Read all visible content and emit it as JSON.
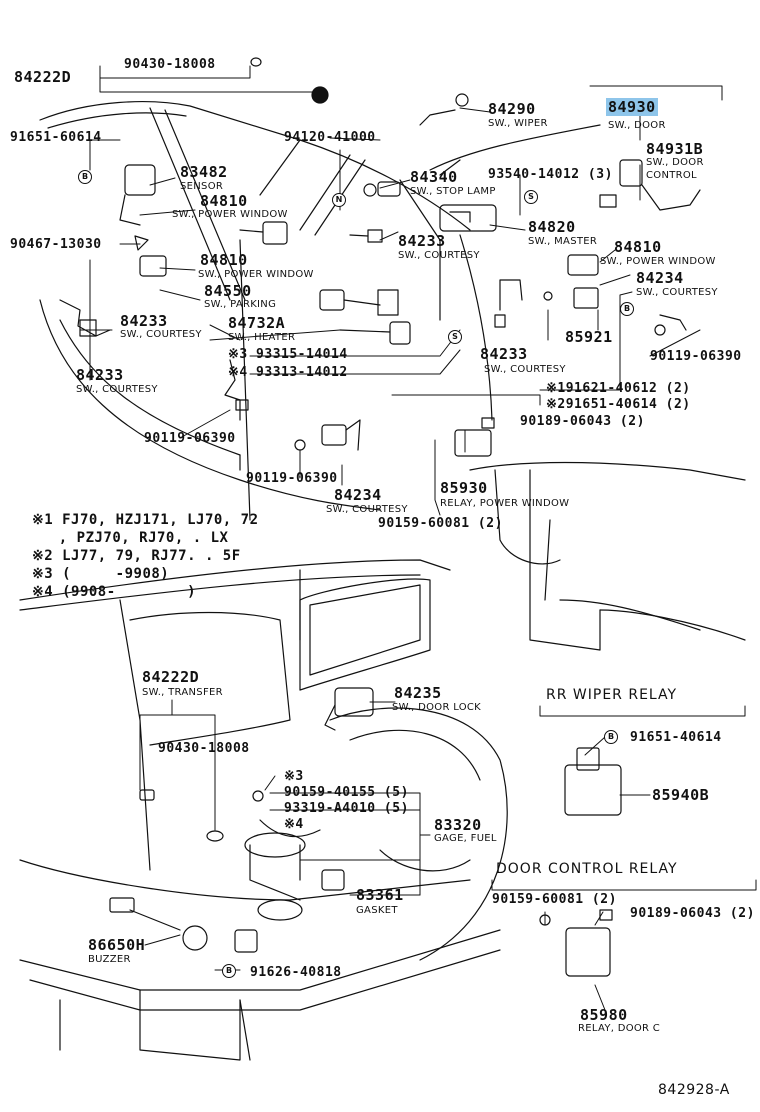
{
  "labels": {
    "p84222D_top": "84222D",
    "p90430_top": "90430-18008",
    "p91651_60614": "91651-60614",
    "p83482": "83482",
    "d83482": "SENSOR",
    "p84810_a": "84810",
    "d84810_a": "SW., POWER WINDOW",
    "p90467": "90467-13030",
    "p84810_b": "84810",
    "d84810_b": "SW., POWER WINDOW",
    "p84550": "84550",
    "d84550": "SW., PARKING",
    "p84233_a": "84233",
    "d84233_a": "SW., COURTESY",
    "p84732A": "84732A",
    "d84732A": "SW., HEATER",
    "p93315": "※3 93315-14014",
    "p93313": "※4 93313-14012",
    "p84233_b": "84233",
    "d84233_b": "SW., COURTESY",
    "p90119_a": "90119-06390",
    "p94120": "94120-41000",
    "p84290": "84290",
    "d84290": "SW., WIPER",
    "p84340": "84340",
    "d84340": "SW., STOP LAMP",
    "p93540": "93540-14012 (3)",
    "p84233_c": "84233",
    "d84233_c": "SW., COURTESY",
    "p84820": "84820",
    "d84820": "SW., MASTER",
    "p84930": "84930",
    "d84930": "SW., DOOR",
    "p84931B": "84931B",
    "d84931B_1": "SW., DOOR",
    "d84931B_2": "CONTROL",
    "p84810_c": "84810",
    "d84810_c": "SW., POWER WINDOW",
    "p84234_a": "84234",
    "d84234_a": "SW., COURTESY",
    "p85921": "85921",
    "p84233_d": "84233",
    "d84233_d": "SW., COURTESY",
    "p90119_b": "90119-06390",
    "p91621": "※191621-40612 (2)",
    "p291651": "※291651-40614 (2)",
    "p90189_a": "90189-06043 (2)",
    "p90119_c": "90119-06390",
    "p84234_b": "84234",
    "d84234_b": "SW., COURTESY",
    "p85930": "85930",
    "d85930": "RELAY, POWER WINDOW",
    "p90159_a": "90159-60081 (2)",
    "p84222D_b": "84222D",
    "d84222D_b": "SW., TRANSFER",
    "p90430_b": "90430-18008",
    "p84235": "84235",
    "d84235": "SW., DOOR LOCK",
    "p_star3": "※3",
    "p90159_40155": "90159-40155 (5)",
    "p93319": "93319-A4010 (5)",
    "p_star4": "※4",
    "p83320": "83320",
    "d83320": "GAGE, FUEL",
    "p83361": "83361",
    "d83361": "GASKET",
    "p86650H": "86650H",
    "d86650H": "BUZZER",
    "p91626": "91626-40818",
    "p91651_40614": "91651-40614",
    "p85940B": "85940B",
    "p90159_b": "90159-60081 (2)",
    "p90189_b": "90189-06043 (2)",
    "p85980": "85980",
    "d85980": "RELAY, DOOR C",
    "figure_id": "842928-A"
  },
  "notes": [
    "※1 FJ70, HZJ171, LJ70, 72",
    "   , PZJ70, RJ70, . LX",
    "※2 LJ77, 79, RJ77. . 5F",
    "※3 (     -9908)",
    "※4 (9908-        )"
  ],
  "headers": {
    "rr_wiper_relay": "RR WIPER RELAY",
    "door_control_relay": "DOOR CONTROL RELAY"
  },
  "markers": {
    "b": "B",
    "n": "N",
    "s": "S"
  },
  "highlight_color": "#8ec5ea"
}
